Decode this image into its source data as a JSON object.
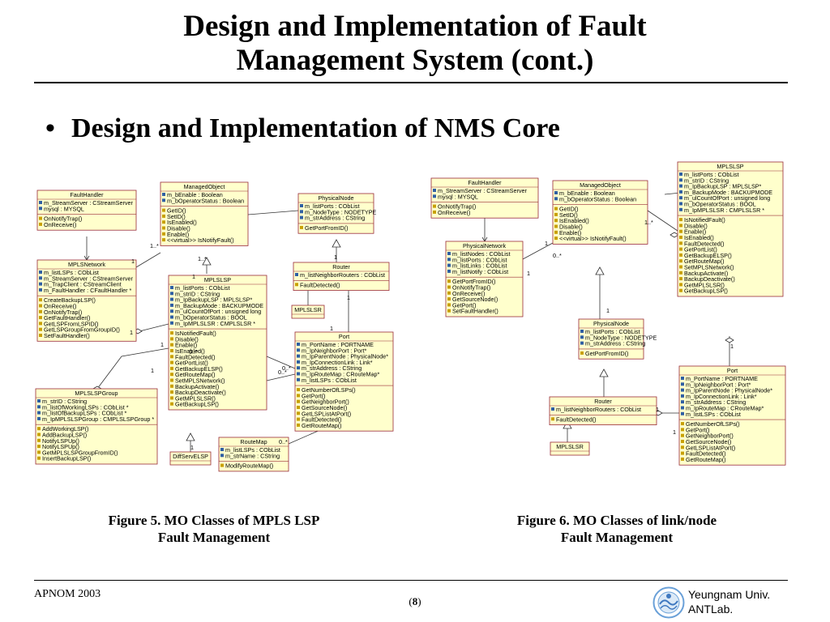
{
  "slide": {
    "title_line1": "Design and Implementation of Fault",
    "title_line2": "Management System (cont.)",
    "bullet_char": "•",
    "bullet_text": "Design and Implementation of NMS Core"
  },
  "figure5": {
    "caption_line1": "Figure 5. MO Classes of MPLS LSP",
    "caption_line2": "Fault Management"
  },
  "figure6": {
    "caption_line1": "Figure 6. MO Classes of link/node",
    "caption_line2": "Fault Management"
  },
  "footer": {
    "left": "APNOM 2003",
    "page_open": "(",
    "page_number": "8",
    "page_close": ")",
    "org_line1": "Yeungnam Univ.",
    "org_line2": "ANTLab."
  },
  "colors": {
    "box_fill": "#ffffcc",
    "box_stroke": "#9a2a38",
    "line": "#333333",
    "attr_icon": "#2f5fa3",
    "op_icon": "#c8a000"
  },
  "diagram_fig5": {
    "classes": [
      {
        "id": "fh5",
        "name": "FaultHandler",
        "attributes": [
          "m_StreamServer : CStreamServer",
          "mysql : MYSQL"
        ],
        "operations": [
          "OnNotifyTrap()",
          "OnReceive()"
        ]
      },
      {
        "id": "mo5",
        "name": "ManagedObject",
        "attributes": [
          "m_bEnable : Boolean",
          "m_bOperatorStatus : Boolean"
        ],
        "operations": [
          "GetID()",
          "SetID()",
          "IsEnabled()",
          "Disable()",
          "Enable()",
          "<<virtual>> IsNotifyFault()"
        ]
      },
      {
        "id": "pn5",
        "name": "PhysicalNode",
        "attributes": [
          "m_listPorts : CObList",
          "m_NodeType : NODETYPE",
          "m_strAddress : CString"
        ],
        "operations": [
          "GetPortFromID()"
        ]
      },
      {
        "id": "mn5",
        "name": "MPLSNetwork",
        "attributes": [
          "m_listLSPs : CObList",
          "m_StreamServer : CStreamServer",
          "m_TrapClient : CStreamClient",
          "m_FaultHandler : CFaultHandler *"
        ],
        "operations": [
          "CreateBackupLSP()",
          "OnReceive()",
          "OnNotifyTrap()",
          "GetFaultHandler()",
          "GetLSPFromLSPID()",
          "GetLSPGroupFromGroupID()",
          "SetFaultHandler()"
        ]
      },
      {
        "id": "rt5",
        "name": "Router",
        "attributes": [
          "m_listNeighborRouters : CObList"
        ],
        "operations": [
          "FaultDetected()"
        ]
      },
      {
        "id": "lsp5",
        "name": "MPLSLSP",
        "attributes": [
          "m_listPorts : CObList",
          "m_strID : CString",
          "m_IpBackupLSP : MPLSLSP*",
          "m_BackupMode : BACKUPMODE",
          "m_ulCountOfPort : unsigned long",
          "m_bOperatorStatus : BOOL",
          "m_IpMPLSLSR : CMPLSLSR *"
        ],
        "operations": [
          "IsNotifiedFault()",
          "Disable()",
          "Enable()",
          "IsEnabled()",
          "FaultDetected()",
          "GetPortList()",
          "GetBackupELSP()",
          "GetRouteMap()",
          "SetMPLSNetwork()",
          "BackupActivate()",
          "BackupDeactivate()",
          "GetMPLSLSR()",
          "GetBackupLSP()"
        ]
      },
      {
        "id": "lsr5",
        "name": "MPLSLSR",
        "attributes": [],
        "operations": []
      },
      {
        "id": "port5",
        "name": "Port",
        "attributes": [
          "m_PortName : PORTNAME",
          "m_IpNeighborPort : Port*",
          "m_IpParentNode : PhysicalNode*",
          "m_IpConnectionLink : Link*",
          "m_strAddress : CString",
          "m_IpRouteMap : CRouteMap*",
          "m_listLSPs : CObList"
        ],
        "operations": [
          "GetNumberOfLSPs()",
          "GetPort()",
          "GetNeighborPort()",
          "GetSourceNode()",
          "GetLSPListAtPort()",
          "FaultDetected()",
          "GetRouteMap()"
        ]
      },
      {
        "id": "grp5",
        "name": "MPLSLSPGroup",
        "attributes": [
          "m_strID : CString",
          "m_listOfWorkingLSPs : CObList *",
          "m_listOfBackupLSPs : CObList *",
          "m_IpMPLSLSPGroup : CMPLSLSPGroup *"
        ],
        "operations": [
          "AddWorkingLSP()",
          "AddBackupLSP()",
          "NotifyLSPUp()",
          "NotifyLSPUp()",
          "GetMPLSLSPGroupFromID()",
          "InsertBackupLSP()"
        ]
      },
      {
        "id": "dse5",
        "name": "DiffServELSP",
        "attributes": [],
        "operations": []
      },
      {
        "id": "rm5",
        "name": "RouteMap",
        "attributes": [
          "m_listLSPs : CObList",
          "m_strName : CString"
        ],
        "operations": [
          "ModifyRouteMap()"
        ]
      }
    ],
    "labels": [
      "1",
      "1..*",
      "1",
      "1..*",
      "1",
      "0..*",
      "1",
      "1",
      "0..*",
      "1",
      "0..*",
      "1",
      "1",
      "0..*",
      "1"
    ]
  },
  "diagram_fig6": {
    "classes": [
      {
        "id": "fh6",
        "name": "FaultHandler",
        "attributes": [
          "m_StreamServer : CStreamServer",
          "mysql : MYSQL"
        ],
        "operations": [
          "OnNotifyTrap()",
          "OnReceive()"
        ]
      },
      {
        "id": "mo6",
        "name": "ManagedObject",
        "attributes": [
          "m_bEnable : Boolean",
          "m_bOperatorStatus : Boolean"
        ],
        "operations": [
          "GetID()",
          "SetID()",
          "IsEnabled()",
          "Disable()",
          "Enable()",
          "<<virtual>> IsNotifyFault()"
        ]
      },
      {
        "id": "lsp6",
        "name": "MPLSLSP",
        "attributes": [
          "m_listPorts : CObList",
          "m_strID : CString",
          "m_IpBackupLSP : MPLSLSP*",
          "m_BackupMode : BACKUPMODE",
          "m_ulCountOfPort : unsigned long",
          "m_bOperatorStatus : BOOL",
          "m_IpMPLSLSR : CMPLSLSR *"
        ],
        "operations": [
          "IsNotifiedFault()",
          "Disable()",
          "Enable()",
          "IsEnabled()",
          "FaultDetected()",
          "GetPortList()",
          "GetBackupELSP()",
          "GetRouteMap()",
          "SetMPLSNetwork()",
          "BackupActivate()",
          "BackupDeactivate()",
          "GetMPLSLSR()",
          "GetBackupLSP()"
        ]
      },
      {
        "id": "pnw6",
        "name": "PhysicalNetwork",
        "attributes": [
          "m_listNodes : CObList",
          "m_listPorts : CObList",
          "m_listLinks : CObList",
          "m_listNotify : CObList"
        ],
        "operations": [
          "GetPortFromID()",
          "OnNotifyTrap()",
          "OnReceive()",
          "GetSourceNode()",
          "GetPort()",
          "SetFaultHandler()"
        ]
      },
      {
        "id": "pn6",
        "name": "PhysicalNode",
        "attributes": [
          "m_listPorts : CObList",
          "m_NodeType : NODETYPE",
          "m_strAddress : CString"
        ],
        "operations": [
          "GetPortFromID()"
        ]
      },
      {
        "id": "rt6",
        "name": "Router",
        "attributes": [
          "m_listNeighborRouters : CObList"
        ],
        "operations": [
          "FaultDetected()"
        ]
      },
      {
        "id": "lsr6",
        "name": "MPLSLSR",
        "attributes": [],
        "operations": []
      },
      {
        "id": "port6",
        "name": "Port",
        "attributes": [
          "m_PortName : PORTNAME",
          "m_IpNeighborPort : Port*",
          "m_IpParentNode : PhysicalNode*",
          "m_IpConnectionLink : Link*",
          "m_strAddress : CString",
          "m_IpRouteMap : CRouteMap*",
          "m_listLSPs : CObList"
        ],
        "operations": [
          "GetNumberOfLSPs()",
          "GetPort()",
          "GetNeighborPort()",
          "GetSourceNode()",
          "GetLSPListAtPort()",
          "FaultDetected()",
          "GetRouteMap()"
        ]
      }
    ],
    "labels": [
      "1",
      "1..*",
      "1",
      "1",
      "1",
      "1",
      "0..*",
      "1"
    ]
  }
}
